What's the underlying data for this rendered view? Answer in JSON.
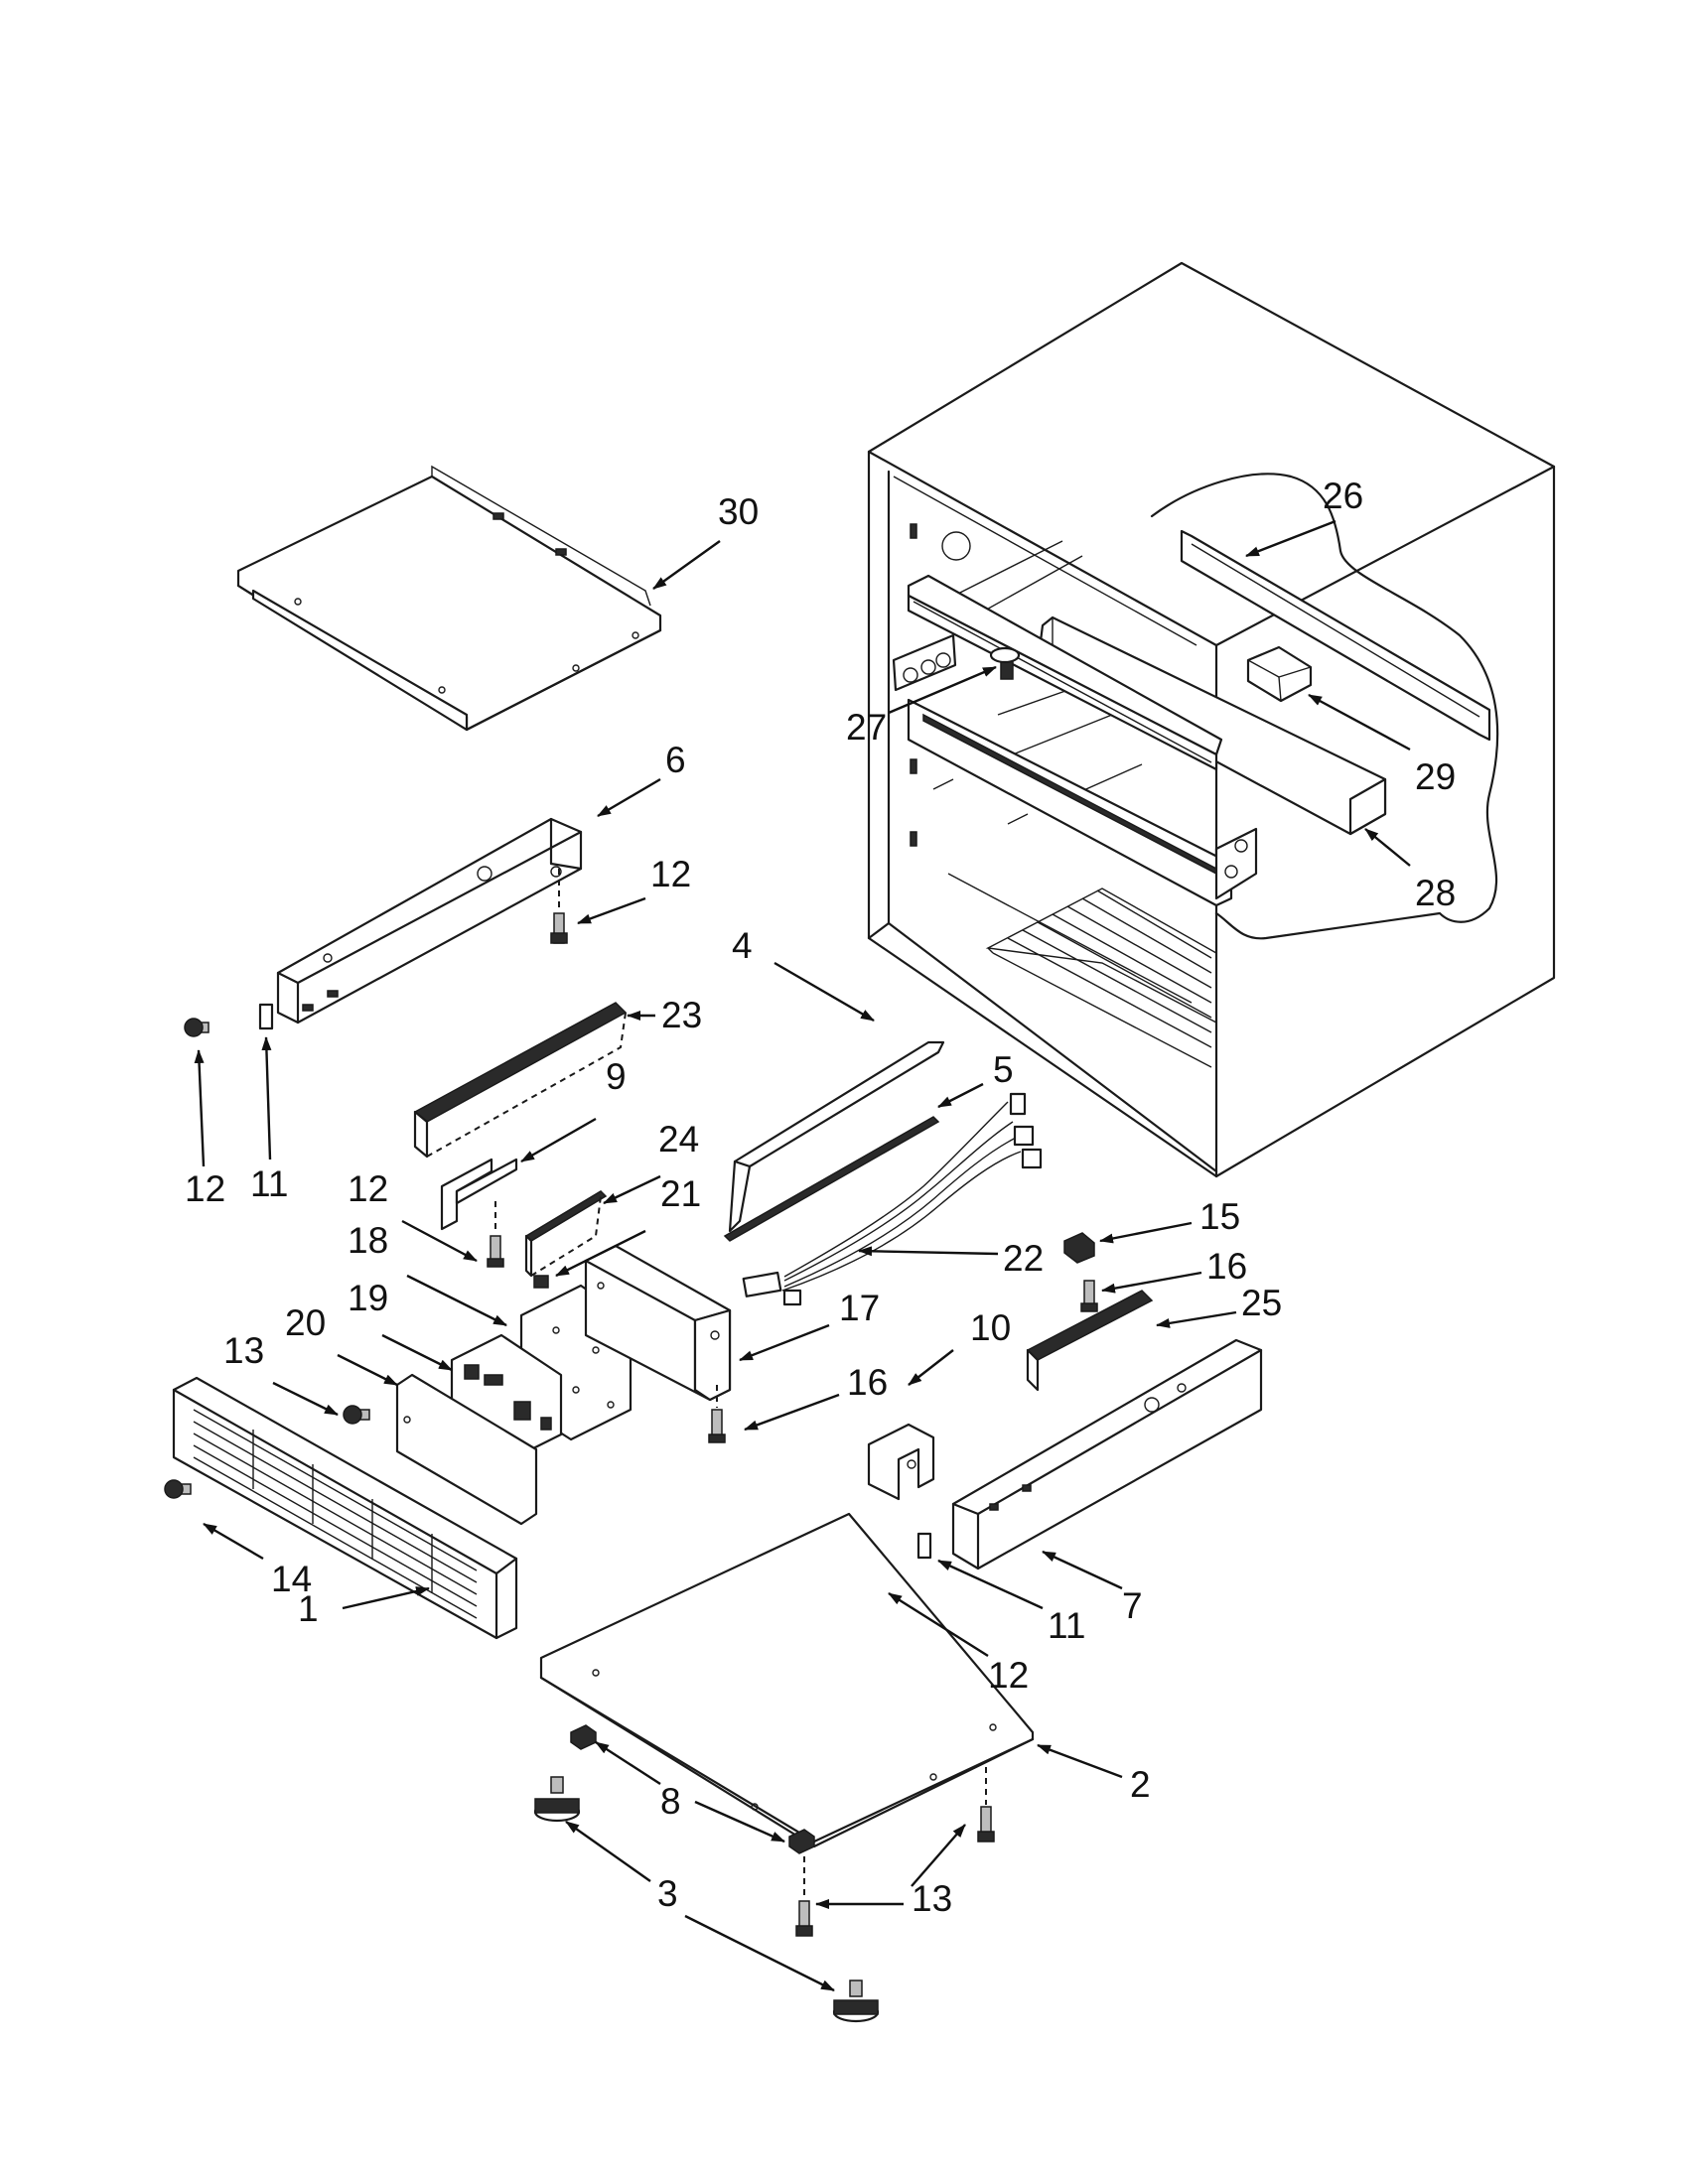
{
  "callouts": [
    {
      "id": "n30",
      "text": "30"
    },
    {
      "id": "n6",
      "text": "6"
    },
    {
      "id": "n12a",
      "text": "12"
    },
    {
      "id": "n23",
      "text": "23"
    },
    {
      "id": "n12b",
      "text": "12"
    },
    {
      "id": "n11a",
      "text": "11"
    },
    {
      "id": "n9",
      "text": "9"
    },
    {
      "id": "n24",
      "text": "24"
    },
    {
      "id": "n12c",
      "text": "12"
    },
    {
      "id": "n18",
      "text": "18"
    },
    {
      "id": "n21",
      "text": "21"
    },
    {
      "id": "n19",
      "text": "19"
    },
    {
      "id": "n20",
      "text": "20"
    },
    {
      "id": "n13a",
      "text": "13"
    },
    {
      "id": "n14",
      "text": "14"
    },
    {
      "id": "n1",
      "text": "1"
    },
    {
      "id": "n4",
      "text": "4"
    },
    {
      "id": "n5",
      "text": "5"
    },
    {
      "id": "n22",
      "text": "22"
    },
    {
      "id": "n17",
      "text": "17"
    },
    {
      "id": "n16a",
      "text": "16"
    },
    {
      "id": "n10",
      "text": "10"
    },
    {
      "id": "n15",
      "text": "15"
    },
    {
      "id": "n16b",
      "text": "16"
    },
    {
      "id": "n25",
      "text": "25"
    },
    {
      "id": "n7",
      "text": "7"
    },
    {
      "id": "n11b",
      "text": "11"
    },
    {
      "id": "n12d",
      "text": "12"
    },
    {
      "id": "n2",
      "text": "2"
    },
    {
      "id": "n8",
      "text": "8"
    },
    {
      "id": "n3",
      "text": "3"
    },
    {
      "id": "n13b",
      "text": "13"
    },
    {
      "id": "n26",
      "text": "26"
    },
    {
      "id": "n27",
      "text": "27"
    },
    {
      "id": "n29",
      "text": "29"
    },
    {
      "id": "n28",
      "text": "28"
    }
  ]
}
